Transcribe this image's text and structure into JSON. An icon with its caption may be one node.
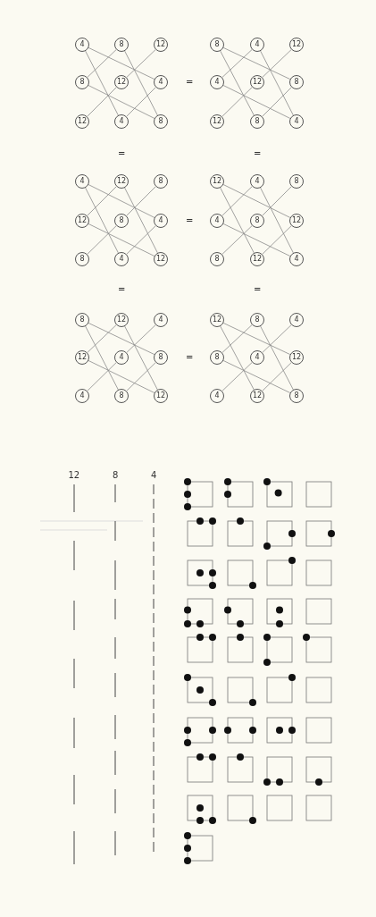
{
  "diagram": {
    "nodes": [
      {
        "text": [
          "4"
        ]
      },
      {
        "text": [
          "8"
        ]
      },
      {
        "text": [
          "12"
        ]
      },
      {
        "text": [
          "8"
        ]
      },
      {
        "text": [
          "12"
        ]
      },
      {
        "text": [
          "4"
        ]
      },
      {
        "text": [
          "12"
        ]
      },
      {
        "text": [
          "4"
        ]
      },
      {
        "text": [
          "8"
        ]
      },
      {
        "text": [
          "8"
        ]
      },
      {
        "text": [
          "4"
        ]
      },
      {
        "text": [
          "12"
        ]
      },
      {
        "text": [
          "4"
        ]
      },
      {
        "text": [
          "12"
        ]
      },
      {
        "text": [
          "8"
        ]
      },
      {
        "text": [
          "12"
        ]
      },
      {
        "text": [
          "8"
        ]
      },
      {
        "text": [
          "4"
        ]
      },
      {
        "text": [
          "4"
        ]
      },
      {
        "text": [
          "12"
        ]
      },
      {
        "text": [
          "8"
        ]
      },
      {
        "text": [
          "12"
        ]
      },
      {
        "text": [
          "8"
        ]
      },
      {
        "text": [
          "4"
        ]
      },
      {
        "text": [
          "8"
        ]
      },
      {
        "text": [
          "4"
        ]
      },
      {
        "text": [
          "12"
        ]
      },
      {
        "text": [
          "12"
        ]
      },
      {
        "text": [
          "4"
        ]
      },
      {
        "text": [
          "8"
        ]
      },
      {
        "text": [
          "4"
        ]
      },
      {
        "text": [
          "8"
        ]
      },
      {
        "text": [
          "12"
        ]
      },
      {
        "text": [
          "8"
        ]
      },
      {
        "text": [
          "12"
        ]
      },
      {
        "text": [
          "4"
        ]
      },
      {
        "text": [
          "8"
        ]
      },
      {
        "text": [
          "12"
        ]
      },
      {
        "text": [
          "4"
        ]
      },
      {
        "text": [
          "12"
        ]
      },
      {
        "text": [
          "4"
        ]
      },
      {
        "text": [
          "8"
        ]
      },
      {
        "text": [
          "4"
        ]
      },
      {
        "text": [
          "8"
        ]
      },
      {
        "text": [
          "12"
        ]
      },
      {
        "text": [
          "12"
        ]
      },
      {
        "text": [
          "8"
        ]
      },
      {
        "text": [
          "4"
        ]
      },
      {
        "text": [
          "8"
        ]
      },
      {
        "text": [
          "4"
        ]
      },
      {
        "text": [
          "12"
        ]
      },
      {
        "text": [
          "4"
        ]
      },
      {
        "text": [
          "12"
        ]
      },
      {
        "text": [
          "8"
        ]
      }
    ],
    "edges": [
      {
        "from": 0,
        "to": 5,
        "arrow": "none"
      },
      {
        "from": 0,
        "to": 7,
        "arrow": "none"
      },
      {
        "from": 5,
        "to": 7,
        "arrow": "none"
      },
      {
        "from": 1,
        "to": 3,
        "arrow": "none"
      },
      {
        "from": 1,
        "to": 8,
        "arrow": "none"
      },
      {
        "from": 3,
        "to": 8,
        "arrow": "none"
      },
      {
        "from": 2,
        "to": 4,
        "arrow": "none"
      },
      {
        "from": 4,
        "to": 6,
        "arrow": "none"
      },
      {
        "from": 9,
        "to": 14,
        "arrow": "none"
      },
      {
        "from": 9,
        "to": 16,
        "arrow": "none"
      },
      {
        "from": 14,
        "to": 16,
        "arrow": "none"
      },
      {
        "from": 10,
        "to": 12,
        "arrow": "none"
      },
      {
        "from": 10,
        "to": 17,
        "arrow": "none"
      },
      {
        "from": 12,
        "to": 17,
        "arrow": "none"
      },
      {
        "from": 11,
        "to": 13,
        "arrow": "none"
      },
      {
        "from": 13,
        "to": 15,
        "arrow": "none"
      },
      {
        "from": 18,
        "to": 23,
        "arrow": "none"
      },
      {
        "from": 18,
        "to": 25,
        "arrow": "none"
      },
      {
        "from": 23,
        "to": 25,
        "arrow": "none"
      },
      {
        "from": 19,
        "to": 21,
        "arrow": "none"
      },
      {
        "from": 19,
        "to": 26,
        "arrow": "none"
      },
      {
        "from": 21,
        "to": 26,
        "arrow": "none"
      },
      {
        "from": 20,
        "to": 22,
        "arrow": "none"
      },
      {
        "from": 22,
        "to": 24,
        "arrow": "none"
      },
      {
        "from": 27,
        "to": 32,
        "arrow": "none"
      },
      {
        "from": 27,
        "to": 34,
        "arrow": "none"
      },
      {
        "from": 32,
        "to": 34,
        "arrow": "none"
      },
      {
        "from": 28,
        "to": 30,
        "arrow": "none"
      },
      {
        "from": 28,
        "to": 35,
        "arrow": "none"
      },
      {
        "from": 30,
        "to": 35,
        "arrow": "none"
      },
      {
        "from": 29,
        "to": 31,
        "arrow": "none"
      },
      {
        "from": 31,
        "to": 33,
        "arrow": "none"
      },
      {
        "from": 36,
        "to": 41,
        "arrow": "none"
      },
      {
        "from": 36,
        "to": 43,
        "arrow": "none"
      },
      {
        "from": 41,
        "to": 43,
        "arrow": "none"
      },
      {
        "from": 37,
        "to": 39,
        "arrow": "none"
      },
      {
        "from": 37,
        "to": 44,
        "arrow": "none"
      },
      {
        "from": 39,
        "to": 44,
        "arrow": "none"
      },
      {
        "from": 38,
        "to": 40,
        "arrow": "none"
      },
      {
        "from": 40,
        "to": 42,
        "arrow": "none"
      },
      {
        "from": 45,
        "to": 50,
        "arrow": "none"
      },
      {
        "from": 45,
        "to": 52,
        "arrow": "none"
      },
      {
        "from": 50,
        "to": 52,
        "arrow": "none"
      },
      {
        "from": 46,
        "to": 48,
        "arrow": "none"
      },
      {
        "from": 46,
        "to": 53,
        "arrow": "none"
      },
      {
        "from": 48,
        "to": 53,
        "arrow": "none"
      },
      {
        "from": 47,
        "to": 49,
        "arrow": "none"
      },
      {
        "from": 49,
        "to": 51,
        "arrow": "none"
      }
    ],
    "labels": [
      "=",
      "=",
      "=",
      "=",
      "=",
      "=",
      "=",
      "12",
      "8",
      "4"
    ]
  }
}
